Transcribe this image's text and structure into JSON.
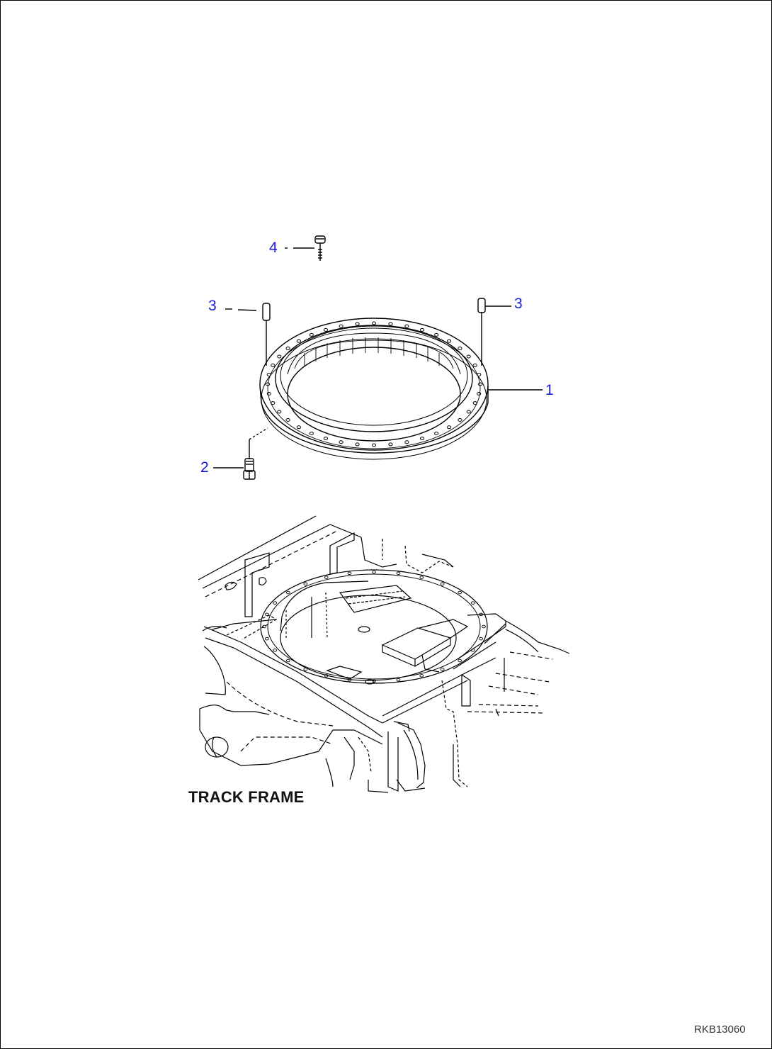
{
  "callouts": {
    "c1": "1",
    "c2": "2",
    "c3_left": "3",
    "c3_right": "3",
    "c4": "4"
  },
  "caption": "TRACK FRAME",
  "figure_ref": "RKB13060",
  "colors": {
    "callout": "#1a1ad6",
    "line": "#000000",
    "background": "#ffffff"
  }
}
